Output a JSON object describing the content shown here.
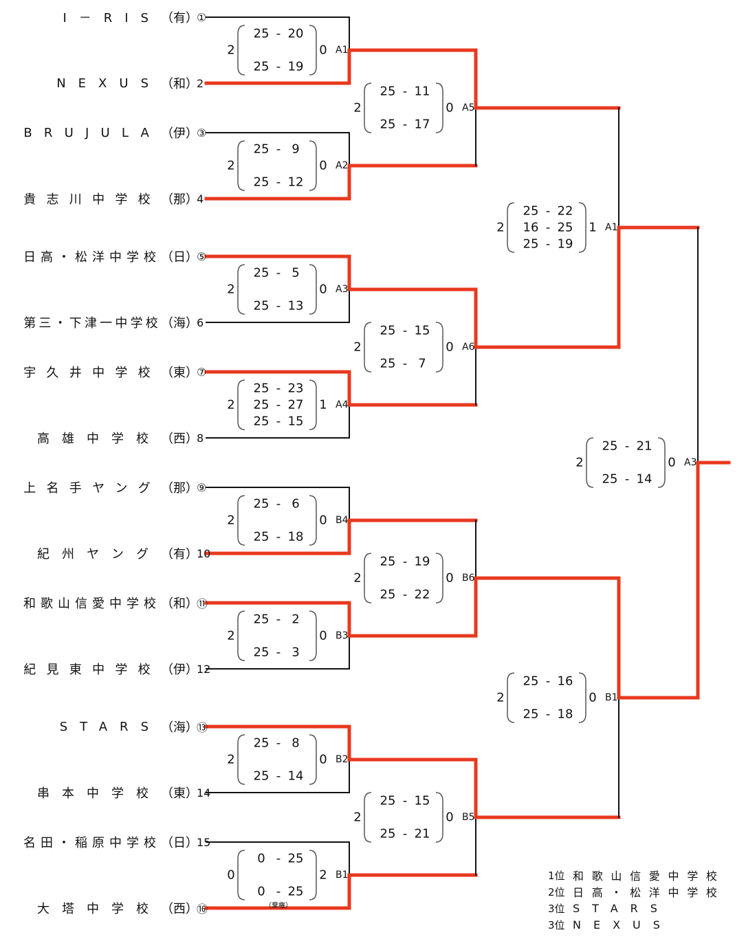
{
  "colors": {
    "winner_line": "#e8391f",
    "line": "#111111",
    "paren": "#555555"
  },
  "teams": [
    {
      "name": "I－RIS",
      "pref": "（有）",
      "seed": "①"
    },
    {
      "name": "NEXUS",
      "pref": "（和）",
      "seed": "2"
    },
    {
      "name": "BRUJULA",
      "pref": "（伊）",
      "seed": "③"
    },
    {
      "name": "貴志川中学校",
      "pref": "（那）",
      "seed": "4"
    },
    {
      "name": "日高・松洋中学校",
      "pref": "（日）",
      "seed": "⑤"
    },
    {
      "name": "第三・下津一中学校",
      "pref": "（海）",
      "seed": "6"
    },
    {
      "name": "宇久井中学校",
      "pref": "（東）",
      "seed": "⑦"
    },
    {
      "name": "高雄中学校",
      "pref": "（西）",
      "seed": "8"
    },
    {
      "name": "上名手ヤング",
      "pref": "（那）",
      "seed": "⑨"
    },
    {
      "name": "紀州ヤング",
      "pref": "（有）",
      "seed": "10"
    },
    {
      "name": "和歌山信愛中学校",
      "pref": "（和）",
      "seed": "⑪"
    },
    {
      "name": "紀見東中学校",
      "pref": "（伊）",
      "seed": "12"
    },
    {
      "name": "STARS",
      "pref": "（海）",
      "seed": "⑬"
    },
    {
      "name": "串本中学校",
      "pref": "（東）",
      "seed": "14"
    },
    {
      "name": "名田・稲原中学校",
      "pref": "（日）",
      "seed": "15"
    },
    {
      "name": "大塔中学校",
      "pref": "（西）",
      "seed": "⑯"
    }
  ],
  "rounds": [
    [
      {
        "left": "2",
        "sets": [
          "25 - 20",
          "25 - 19"
        ],
        "right": "0",
        "code": "A1",
        "winner": "bottom"
      },
      {
        "left": "2",
        "sets": [
          "25 - 9",
          "25 - 12"
        ],
        "right": "0",
        "code": "A2",
        "winner": "bottom"
      },
      {
        "left": "2",
        "sets": [
          "25 - 5",
          "25 - 13"
        ],
        "right": "0",
        "code": "A3",
        "winner": "top"
      },
      {
        "left": "2",
        "sets": [
          "25 - 23",
          "25 - 27",
          "25 - 15"
        ],
        "right": "1",
        "code": "A4",
        "winner": "top"
      },
      {
        "left": "2",
        "sets": [
          "25 - 6",
          "25 - 18"
        ],
        "right": "0",
        "code": "B4",
        "winner": "bottom"
      },
      {
        "left": "2",
        "sets": [
          "25 - 2",
          "25 - 3"
        ],
        "right": "0",
        "code": "B3",
        "winner": "top"
      },
      {
        "left": "2",
        "sets": [
          "25 - 8",
          "25 - 14"
        ],
        "right": "0",
        "code": "B2",
        "winner": "top"
      },
      {
        "left": "0",
        "sets": [
          "0 - 25",
          "0 - 25"
        ],
        "right": "2",
        "code": "B1",
        "winner": "bottom",
        "note": "（棄権）"
      }
    ],
    [
      {
        "left": "2",
        "sets": [
          "25 - 11",
          "25 - 17"
        ],
        "right": "0",
        "code": "A5",
        "winner": "top"
      },
      {
        "left": "2",
        "sets": [
          "25 - 15",
          "25 - 7"
        ],
        "right": "0",
        "code": "A6",
        "winner": "top"
      },
      {
        "left": "2",
        "sets": [
          "25 - 19",
          "25 - 22"
        ],
        "right": "0",
        "code": "B6",
        "winner": "bottom"
      },
      {
        "left": "2",
        "sets": [
          "25 - 15",
          "25 - 21"
        ],
        "right": "0",
        "code": "B5",
        "winner": "top"
      }
    ],
    [
      {
        "left": "2",
        "sets": [
          "25 - 22",
          "16 - 25",
          "25 - 19"
        ],
        "right": "1",
        "code": "A1",
        "winner": "bottom"
      },
      {
        "left": "2",
        "sets": [
          "25 - 16",
          "25 - 18"
        ],
        "right": "0",
        "code": "B1",
        "winner": "top"
      }
    ],
    [
      {
        "left": "2",
        "sets": [
          "25 - 21",
          "25 - 14"
        ],
        "right": "0",
        "code": "A3",
        "winner": "bottom"
      }
    ]
  ],
  "results": [
    {
      "rank": "1位",
      "name": "和歌山信愛中学校"
    },
    {
      "rank": "2位",
      "name": "日高・松洋中学校"
    },
    {
      "rank": "3位",
      "name": "STARS"
    },
    {
      "rank": "3位",
      "name": "NEXUS"
    }
  ]
}
